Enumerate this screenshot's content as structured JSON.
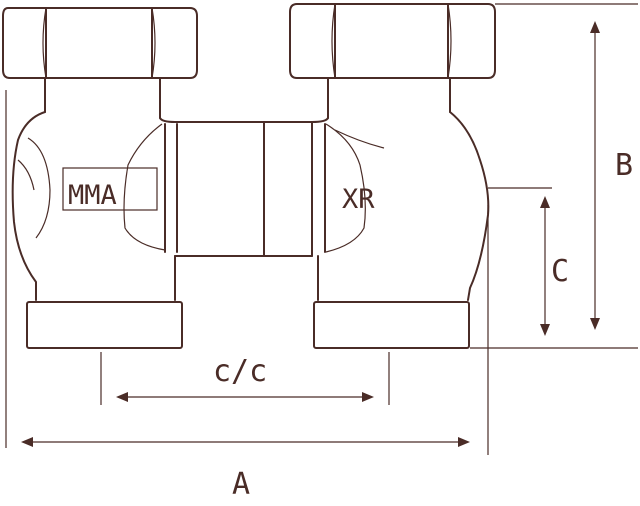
{
  "labels": {
    "left_body_mark": "MMA",
    "right_body_mark": "XR",
    "centre_distance": "c/c",
    "overall_width": "A",
    "overall_height": "B",
    "port_height": "C"
  },
  "colors": {
    "ink": "#4a2c27",
    "background": "#ffffff"
  }
}
